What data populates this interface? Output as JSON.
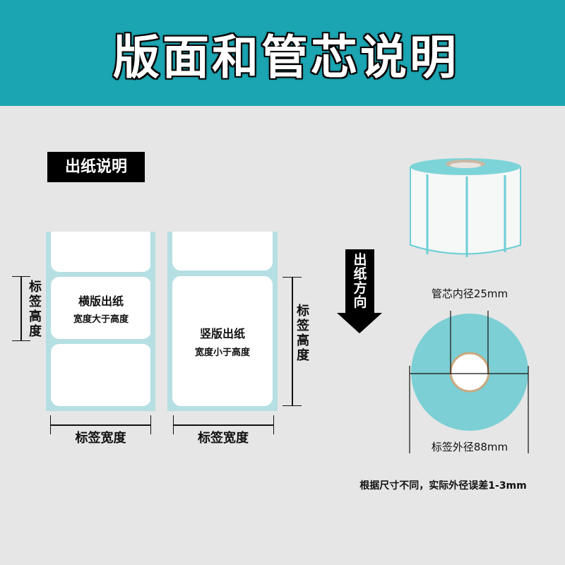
{
  "header": {
    "title": "版面和管芯说明",
    "bg_color": "#1ba5b2"
  },
  "section_tag": "出纸说明",
  "horizontal": {
    "title": "横版出纸",
    "subtitle": "宽度大于高度",
    "height_label": "标签高度",
    "width_label": "标签宽度"
  },
  "vertical": {
    "title": "竖版出纸",
    "subtitle": "宽度小于高度",
    "height_label": "标签高度",
    "width_label": "标签宽度"
  },
  "arrow_label": "出纸方向",
  "roll": {
    "core_label": "管芯内径25mm",
    "outer_label": "标签外径88mm",
    "color": "#7ccfd4"
  },
  "note": "根据尺寸不同，实际外径误差1-3mm"
}
